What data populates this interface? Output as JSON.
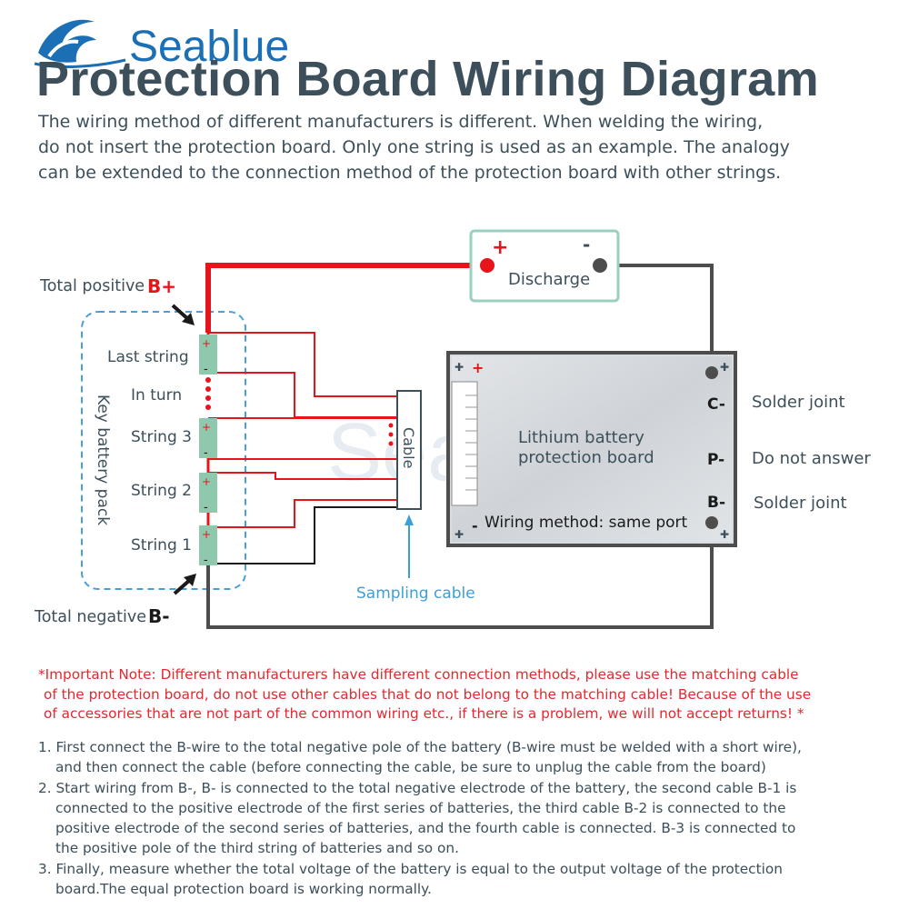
{
  "brand": {
    "name": "Seablue"
  },
  "title": "Protection Board Wiring Diagram",
  "intro": [
    "The wiring method of different manufacturers is different. When welding the wiring,",
    "do not insert the protection board. Only one string is used as an example. The analogy",
    "can be extended to the connection method of the protection board with other strings."
  ],
  "diagram": {
    "total_positive_label": "Total positive",
    "total_positive_symbol": "B+",
    "total_negative_label": "Total negative",
    "total_negative_symbol": "B-",
    "pack_label": "Key battery pack",
    "strings": [
      "Last string",
      "In turn",
      "String 3",
      "String 2",
      "String 1"
    ],
    "cell_plus": "+",
    "cell_minus": "-",
    "cable_label": "Cable",
    "sampling_label": "Sampling cable",
    "discharge": {
      "label": "Discharge",
      "plus": "+",
      "minus": "-"
    },
    "board": {
      "label_line1": "Lithium battery",
      "label_line2": "protection board",
      "plus": "+",
      "minus": "-",
      "c_minus": "C-",
      "p_minus": "P-",
      "b_minus": "B-",
      "wiring_method": "Wiring method: same port"
    },
    "side_labels": [
      "Solder joint",
      "Do not answer",
      "Solder joint"
    ],
    "colors": {
      "red": "#e8141b",
      "gray": "#4d4d4d",
      "blue_dash": "#4a9fd8",
      "teal": "#9dcfbd",
      "cell_green": "#8fc9ad",
      "sampling_blue": "#3d9fd8"
    }
  },
  "note": [
    "*Important Note: Different manufacturers have different connection methods, please use the matching cable",
    "of the protection board, do not use other cables that do not belong to the matching cable! Because of the use",
    "of accessories that are not part of the common wiring etc., if there is a problem, we will not accept returns! *"
  ],
  "steps": [
    [
      "1. First connect the B-wire to the total negative pole of the battery (B-wire must be welded with a short wire),",
      "and then connect the cable (before connecting the cable, be sure to unplug the cable from the board)"
    ],
    [
      "2. Start wiring from B-, B- is connected to the total negative electrode of the battery, the second cable B-1 is",
      "connected to the positive electrode of the first series of batteries, the third cable B-2 is connected to the",
      "positive electrode of the second series of batteries, and the fourth cable is connected. B-3 is connected to",
      "the positive pole of the third string of batteries and so on."
    ],
    [
      "3. Finally, measure whether the total voltage of the battery is equal to the output voltage of the protection",
      "board.The equal protection board is working normally."
    ]
  ]
}
